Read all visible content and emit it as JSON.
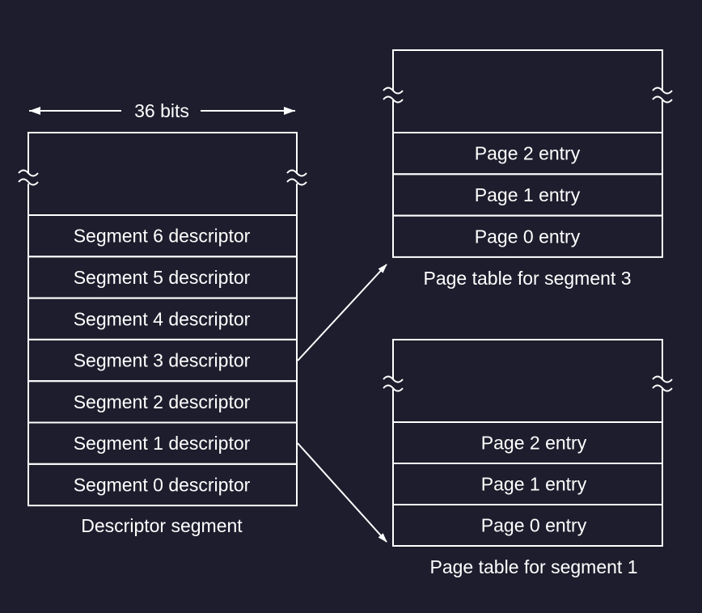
{
  "colors": {
    "background": "#1e1d2d",
    "line": "#ffffff",
    "text": "#ffffff"
  },
  "width_label": "36 bits",
  "descriptor_segment": {
    "caption": "Descriptor segment",
    "rows": [
      "Segment 6 descriptor",
      "Segment 5 descriptor",
      "Segment 4 descriptor",
      "Segment 3 descriptor",
      "Segment 2 descriptor",
      "Segment 1 descriptor",
      "Segment 0 descriptor"
    ]
  },
  "page_table_3": {
    "caption": "Page table for segment 3",
    "rows": [
      "Page 2 entry",
      "Page 1 entry",
      "Page 0 entry"
    ]
  },
  "page_table_1": {
    "caption": "Page table for segment 1",
    "rows": [
      "Page 2 entry",
      "Page 1 entry",
      "Page 0 entry"
    ]
  }
}
